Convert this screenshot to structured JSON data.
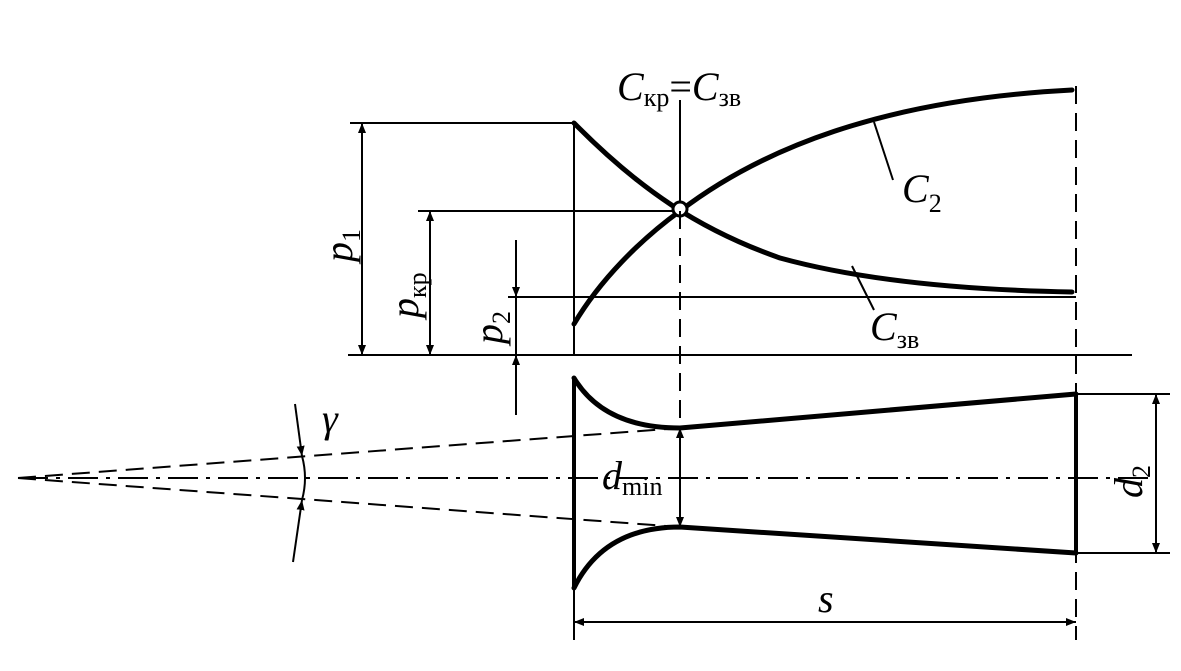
{
  "labels": {
    "critical_main": "C",
    "critical_sub": "кр",
    "equals": "=",
    "sound_main": "C",
    "sound_sub": "зв",
    "c2_main": "C",
    "c2_sub": "2",
    "csv_main": "C",
    "csv_sub": "зв",
    "p1_main": "p",
    "p1_sub": "1",
    "pkr_main": "p",
    "pkr_sub": "кр",
    "p2_main": "p",
    "p2_sub": "2",
    "gamma": "γ",
    "dmin_main": "d",
    "dmin_sub": "min",
    "d2_main": "d",
    "d2_sub": "2",
    "s": "s"
  }
}
